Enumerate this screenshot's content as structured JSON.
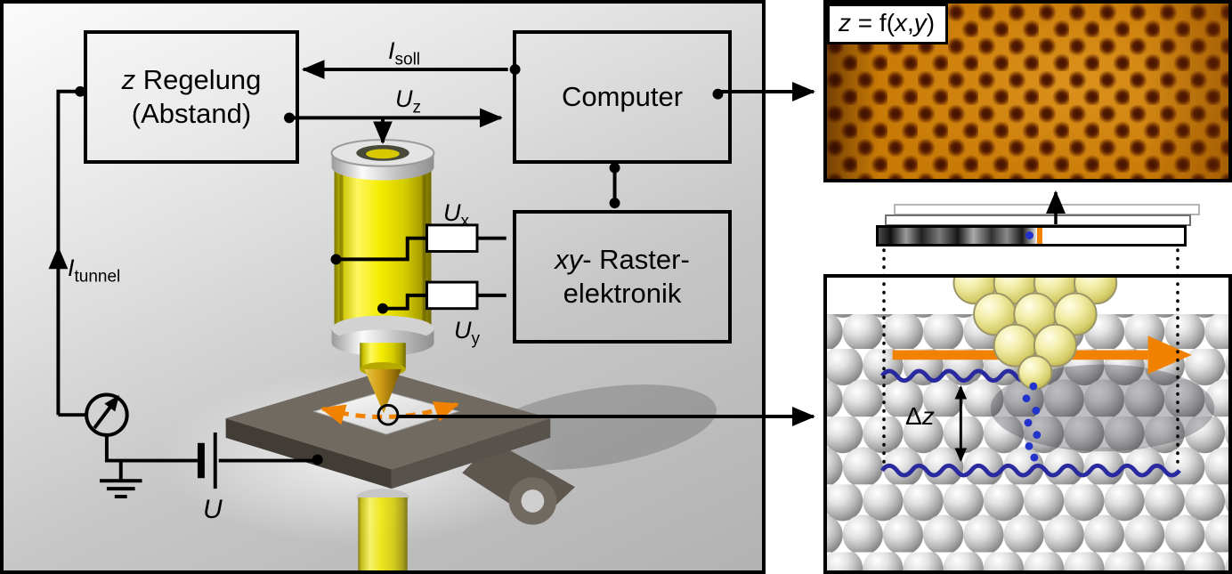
{
  "schematic": {
    "boxes": {
      "z_regelung": {
        "var": "z",
        "line1_rest": " Regelung",
        "line2": "(Abstand)"
      },
      "computer": {
        "label": "Computer"
      },
      "xy_raster": {
        "var": "xy",
        "line1_rest": "- Raster-",
        "line2": "elektronik"
      }
    },
    "signals": {
      "i_soll": {
        "base": "I",
        "sub": "soll"
      },
      "u_z": {
        "base": "U",
        "sub": "z"
      },
      "u_x": {
        "base": "U",
        "sub": "x"
      },
      "u_y": {
        "base": "U",
        "sub": "y"
      },
      "i_tunnel": {
        "base": "I",
        "sub": "tunnel"
      },
      "u_bias": {
        "base": "U"
      }
    }
  },
  "stm_image_panel": {
    "formula": {
      "lhs": "z",
      "mid": " = f(",
      "x": "x",
      "comma": ",",
      "y": "y",
      "close": ")"
    }
  },
  "tip_panel": {
    "delta_z": {
      "delta": "Δ",
      "var": "z"
    }
  },
  "colors": {
    "scan_arrow_orange": "#f08200",
    "piezo_yellow": "#f0e800",
    "profile_blue": "#2a2aa0",
    "stm_image_base": "#c87a06",
    "stm_image_spot": "#5a1e00"
  }
}
